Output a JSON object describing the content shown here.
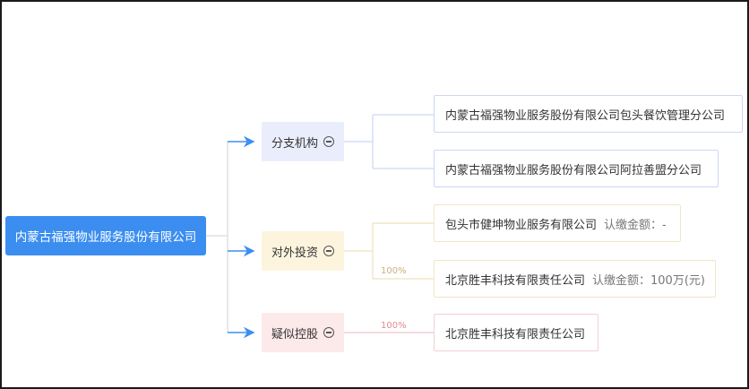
{
  "root": {
    "label": "内蒙古福强物业服务股份有限公司"
  },
  "categories": [
    {
      "label": "分支机构",
      "children": [
        {
          "name": "内蒙古福强物业服务股份有限公司包头餐饮管理分公司"
        },
        {
          "name": "内蒙古福强物业服务股份有限公司阿拉善盟分公司"
        }
      ]
    },
    {
      "label": "对外投资",
      "edge_label": "100%",
      "children": [
        {
          "name": "包头市健坤物业服务有限公司",
          "detail": "认缴金额：-"
        },
        {
          "name": "北京胜丰科技有限责任公司",
          "detail": "认缴金额：100万(元)"
        }
      ]
    },
    {
      "label": "疑似控股",
      "edge_label": "100%",
      "children": [
        {
          "name": "北京胜丰科技有限责任公司"
        }
      ]
    }
  ],
  "colors": {
    "root_fill": "#3b8ef0",
    "arrow": "#3b8ef0",
    "branch_fill": "#eaedfb",
    "invest_fill": "#fdf4de",
    "control_fill": "#fce9ea"
  }
}
